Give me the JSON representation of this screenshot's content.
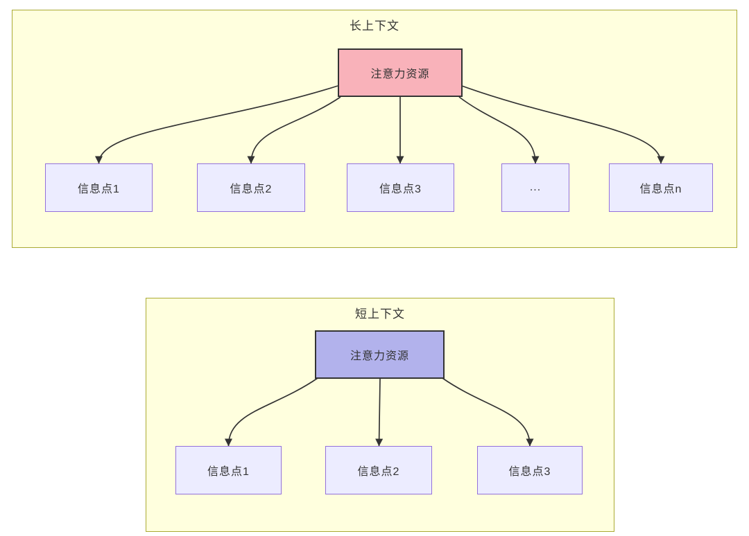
{
  "diagram": {
    "long_context": {
      "title": "长上下文",
      "attention_label": "注意力资源",
      "nodes": [
        "信息点1",
        "信息点2",
        "信息点3",
        "...",
        "信息点n"
      ]
    },
    "short_context": {
      "title": "短上下文",
      "attention_label": "注意力资源",
      "nodes": [
        "信息点1",
        "信息点2",
        "信息点3"
      ]
    },
    "colors": {
      "cluster_fill": "#ffffde",
      "cluster_border": "#aaaa33",
      "attention_long_fill": "#f9b2ba",
      "attention_short_fill": "#b2b2ec",
      "info_node_fill": "#ececff",
      "info_node_border": "#9370db",
      "attention_border": "#333333",
      "edge_color": "#333333",
      "text_color": "#333333",
      "page_background": "#ffffff"
    }
  }
}
